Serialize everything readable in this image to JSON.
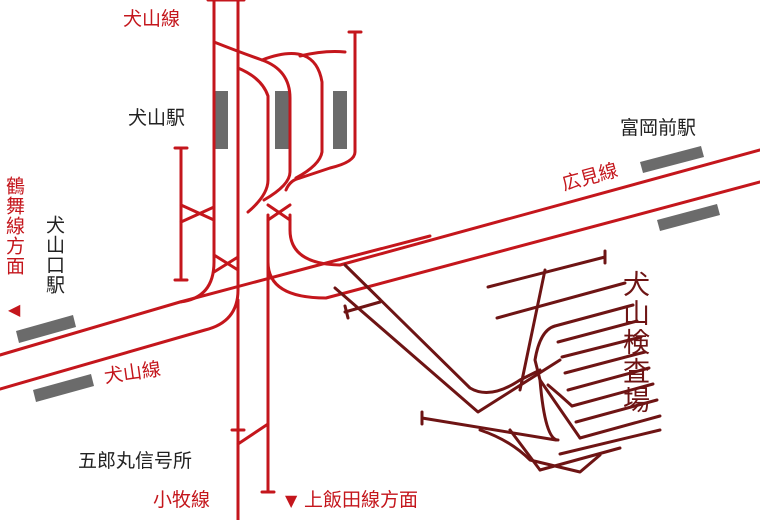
{
  "labels": {
    "inuyama_line_top": "犬山線",
    "inuyama_station": "犬山駅",
    "tomioka_mae_station": "富岡前駅",
    "hiromi_line": "広見線",
    "kakumi_line_direction": "鶴舞線方面",
    "inuyamaguchi_station": "犬山口駅",
    "inuyama_inspection_depot": "犬山検査場",
    "inuyama_line_bottom": "犬山線",
    "goromaru_signal_station": "五郎丸信号所",
    "komaki_line": "小牧線",
    "kamiiida_line_direction": "上飯田線方面"
  },
  "icons": {
    "left_arrow": "◀",
    "down_arrow": "▼"
  },
  "colors": {
    "main_track": "#c4161c",
    "depot_track": "#6e1414",
    "platform": "#6b6b6b",
    "text": "#222222"
  }
}
